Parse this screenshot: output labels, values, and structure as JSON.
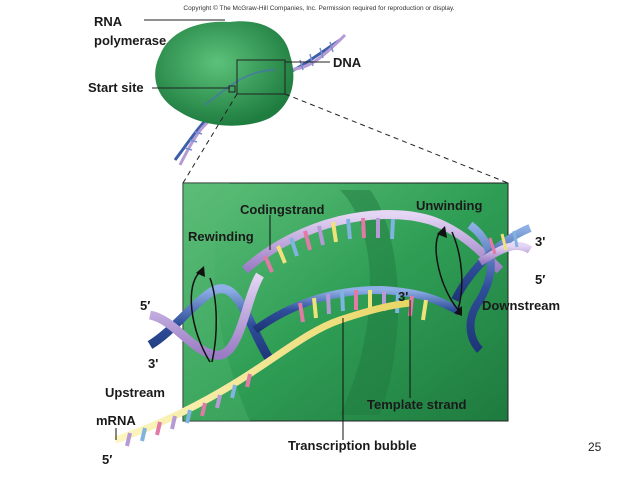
{
  "copyright": "Copyright © The McGraw-Hill Companies, Inc. Permission required for reproduction or display.",
  "labels": {
    "rna_polymerase": "RNA",
    "rna_polymerase_2": "polymerase",
    "dna": "DNA",
    "start_site": "Start site",
    "coding_strand": "Codingstrand",
    "unwinding": "Unwinding",
    "rewinding": "Rewinding",
    "three_prime_right_top": "3'",
    "five_prime_right": "5′",
    "three_prime_mid": "3'",
    "downstream": "Downstream",
    "five_prime_left": "5′",
    "three_prime_left": "3'",
    "upstream": "Upstream",
    "mrna": "mRNA",
    "five_prime_bottom": "5′",
    "template_strand": "Template strand",
    "transcription_bubble": "Transcription bubble"
  },
  "page_number": "25",
  "colors": {
    "polymerase_green": "#2f9e55",
    "dna_blue": "#3b5fa8",
    "dna_purple": "#b59ad6",
    "rna_yellow": "#f0e27a"
  }
}
